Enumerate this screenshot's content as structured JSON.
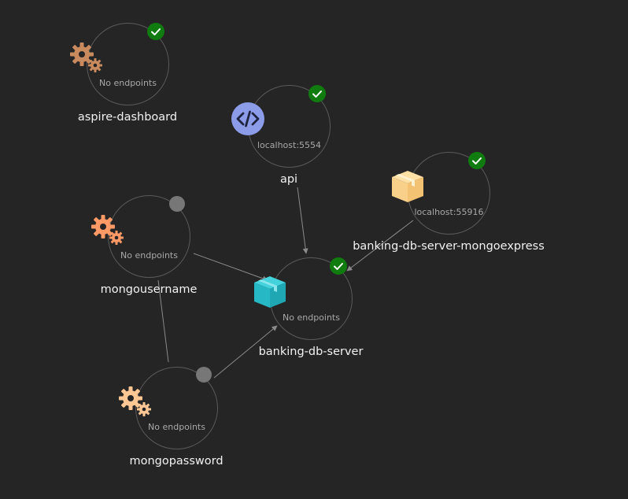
{
  "colors": {
    "background": "#252525",
    "node_border": "#5a5a5a",
    "edge": "#8a8a8a",
    "status_running": "#107c10",
    "status_unknown": "#777777",
    "project_icon": "#8c9ce8",
    "container_icon": "#2bbcc8",
    "executable_icon": "#f6ba8a",
    "parameter_icon": "#ff9966"
  },
  "nodes": [
    {
      "id": "aspire-dashboard",
      "name": "aspire-dashboard",
      "endpoint": "No endpoints",
      "icon": "gears-icon",
      "state": "running"
    },
    {
      "id": "api",
      "name": "api",
      "endpoint": "localhost:5554",
      "icon": "code-icon",
      "state": "running"
    },
    {
      "id": "mongoexpress",
      "name": "banking-db-server-mongoexpress",
      "endpoint": "localhost:55916",
      "icon": "box-icon",
      "state": "running"
    },
    {
      "id": "mongousername",
      "name": "mongousername",
      "endpoint": "No endpoints",
      "icon": "gears-icon",
      "state": "unknown"
    },
    {
      "id": "dbserver",
      "name": "banking-db-server",
      "endpoint": "No endpoints",
      "icon": "box-icon",
      "state": "running"
    },
    {
      "id": "mongopassword",
      "name": "mongopassword",
      "endpoint": "No endpoints",
      "icon": "gears-icon",
      "state": "unknown"
    }
  ],
  "edges": [
    {
      "from": "api",
      "to": "dbserver",
      "arrow": true
    },
    {
      "from": "mongoexpress",
      "to": "dbserver",
      "arrow": true
    },
    {
      "from": "mongousername",
      "to": "dbserver",
      "arrow": true
    },
    {
      "from": "mongopassword",
      "to": "dbserver",
      "arrow": true
    },
    {
      "from": "mongousername",
      "to": "mongopassword",
      "arrow": false
    }
  ]
}
